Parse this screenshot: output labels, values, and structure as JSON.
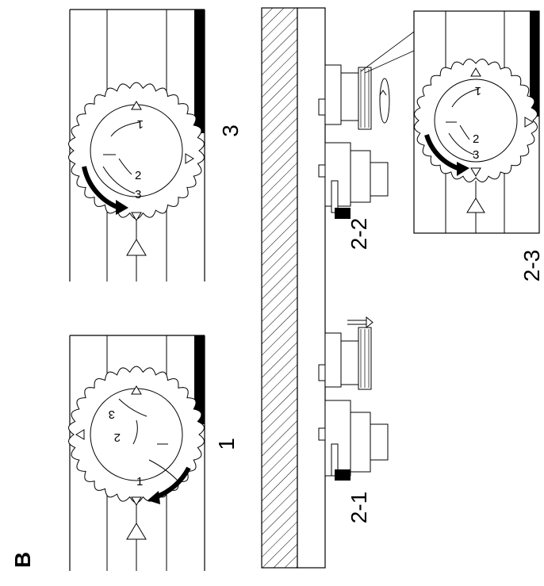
{
  "figure_letter": "B",
  "labels": {
    "step1": "1",
    "step2_1": "2-1",
    "step2_2": "2-2",
    "step2_3": "2-3",
    "step3": "3"
  },
  "dial_numbers": {
    "one": "1",
    "two": "2",
    "three": "3"
  },
  "colors": {
    "ink": "#000000",
    "background": "#ffffff"
  }
}
